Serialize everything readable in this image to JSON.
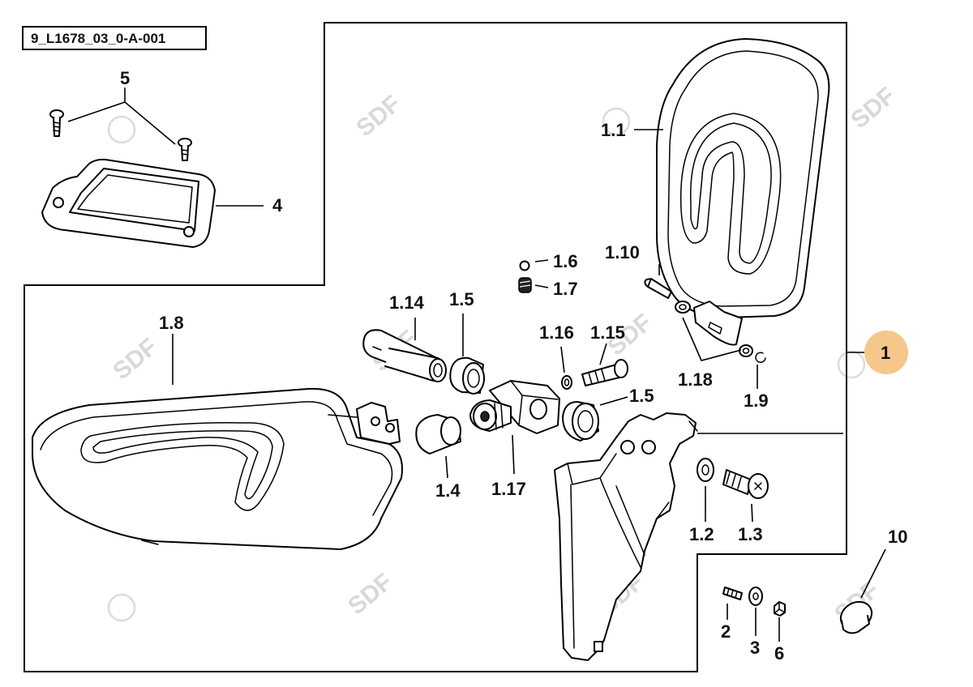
{
  "drawing_code": "9_L1678_03_0-A-001",
  "watermark": "SDF",
  "highlight_color": "#f5c78a",
  "labels": {
    "p1": "1",
    "p1_1": "1.1",
    "p1_2": "1.2",
    "p1_3": "1.3",
    "p1_4": "1.4",
    "p1_5a": "1.5",
    "p1_5b": "1.5",
    "p1_6": "1.6",
    "p1_7": "1.7",
    "p1_8": "1.8",
    "p1_9": "1.9",
    "p1_10": "1.10",
    "p1_14": "1.14",
    "p1_15": "1.15",
    "p1_16": "1.16",
    "p1_17": "1.17",
    "p1_18": "1.18",
    "p2": "2",
    "p3": "3",
    "p4": "4",
    "p5": "5",
    "p6": "6",
    "p10": "10"
  }
}
